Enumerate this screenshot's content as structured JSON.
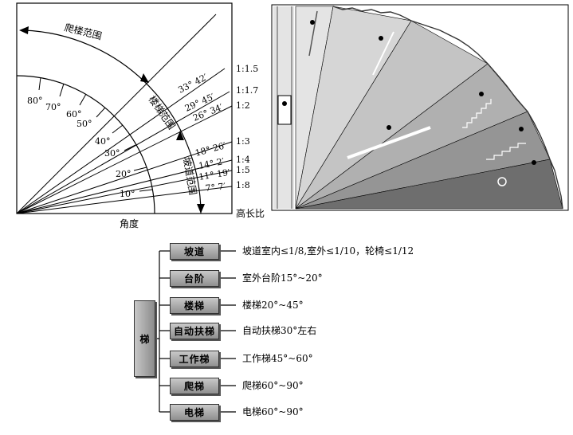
{
  "diagram": {
    "arc_labels": {
      "climb": "爬楼范围",
      "stair": "楼梯范围",
      "ramp": "坡道范围"
    },
    "angle_axis_label": "角度",
    "ratio_axis_label": "高长比",
    "degree_ticks": [
      "80°",
      "70°",
      "60°",
      "50°",
      "40°",
      "30°",
      "20°",
      "10°"
    ],
    "angle_lines": [
      {
        "angle": "33° 42′",
        "ratio": "1:1.5"
      },
      {
        "angle": "29° 45′",
        "ratio": "1:1.7"
      },
      {
        "angle": "26° 34′",
        "ratio": "1:2"
      },
      {
        "angle": "18° 26′",
        "ratio": "1:3"
      },
      {
        "angle": "14° 2′",
        "ratio": "1:4"
      },
      {
        "angle": "11° 19′",
        "ratio": "1:5"
      },
      {
        "angle": "7° 7′",
        "ratio": "1:8"
      }
    ]
  },
  "tree": {
    "root": "梯",
    "items": [
      {
        "label": "坡道",
        "desc": "坡道室内≤1/8,室外≤1/10，轮椅≤1/12"
      },
      {
        "label": "台阶",
        "desc": "室外台阶15°~20°"
      },
      {
        "label": "楼梯",
        "desc": "楼梯20°~45°"
      },
      {
        "label": "自动扶梯",
        "desc": "自动扶梯30°左右"
      },
      {
        "label": "工作梯",
        "desc": "工作梯45°~60°"
      },
      {
        "label": "爬梯",
        "desc": "爬梯60°~90°"
      },
      {
        "label": "电梯",
        "desc": "电梯60°~90°"
      }
    ]
  },
  "colors": {
    "fan_light": "#d8d8d8",
    "fan_dark": "#6e6e6e",
    "box_top": "#c9c9c9",
    "box_bottom": "#8f8f8f"
  }
}
